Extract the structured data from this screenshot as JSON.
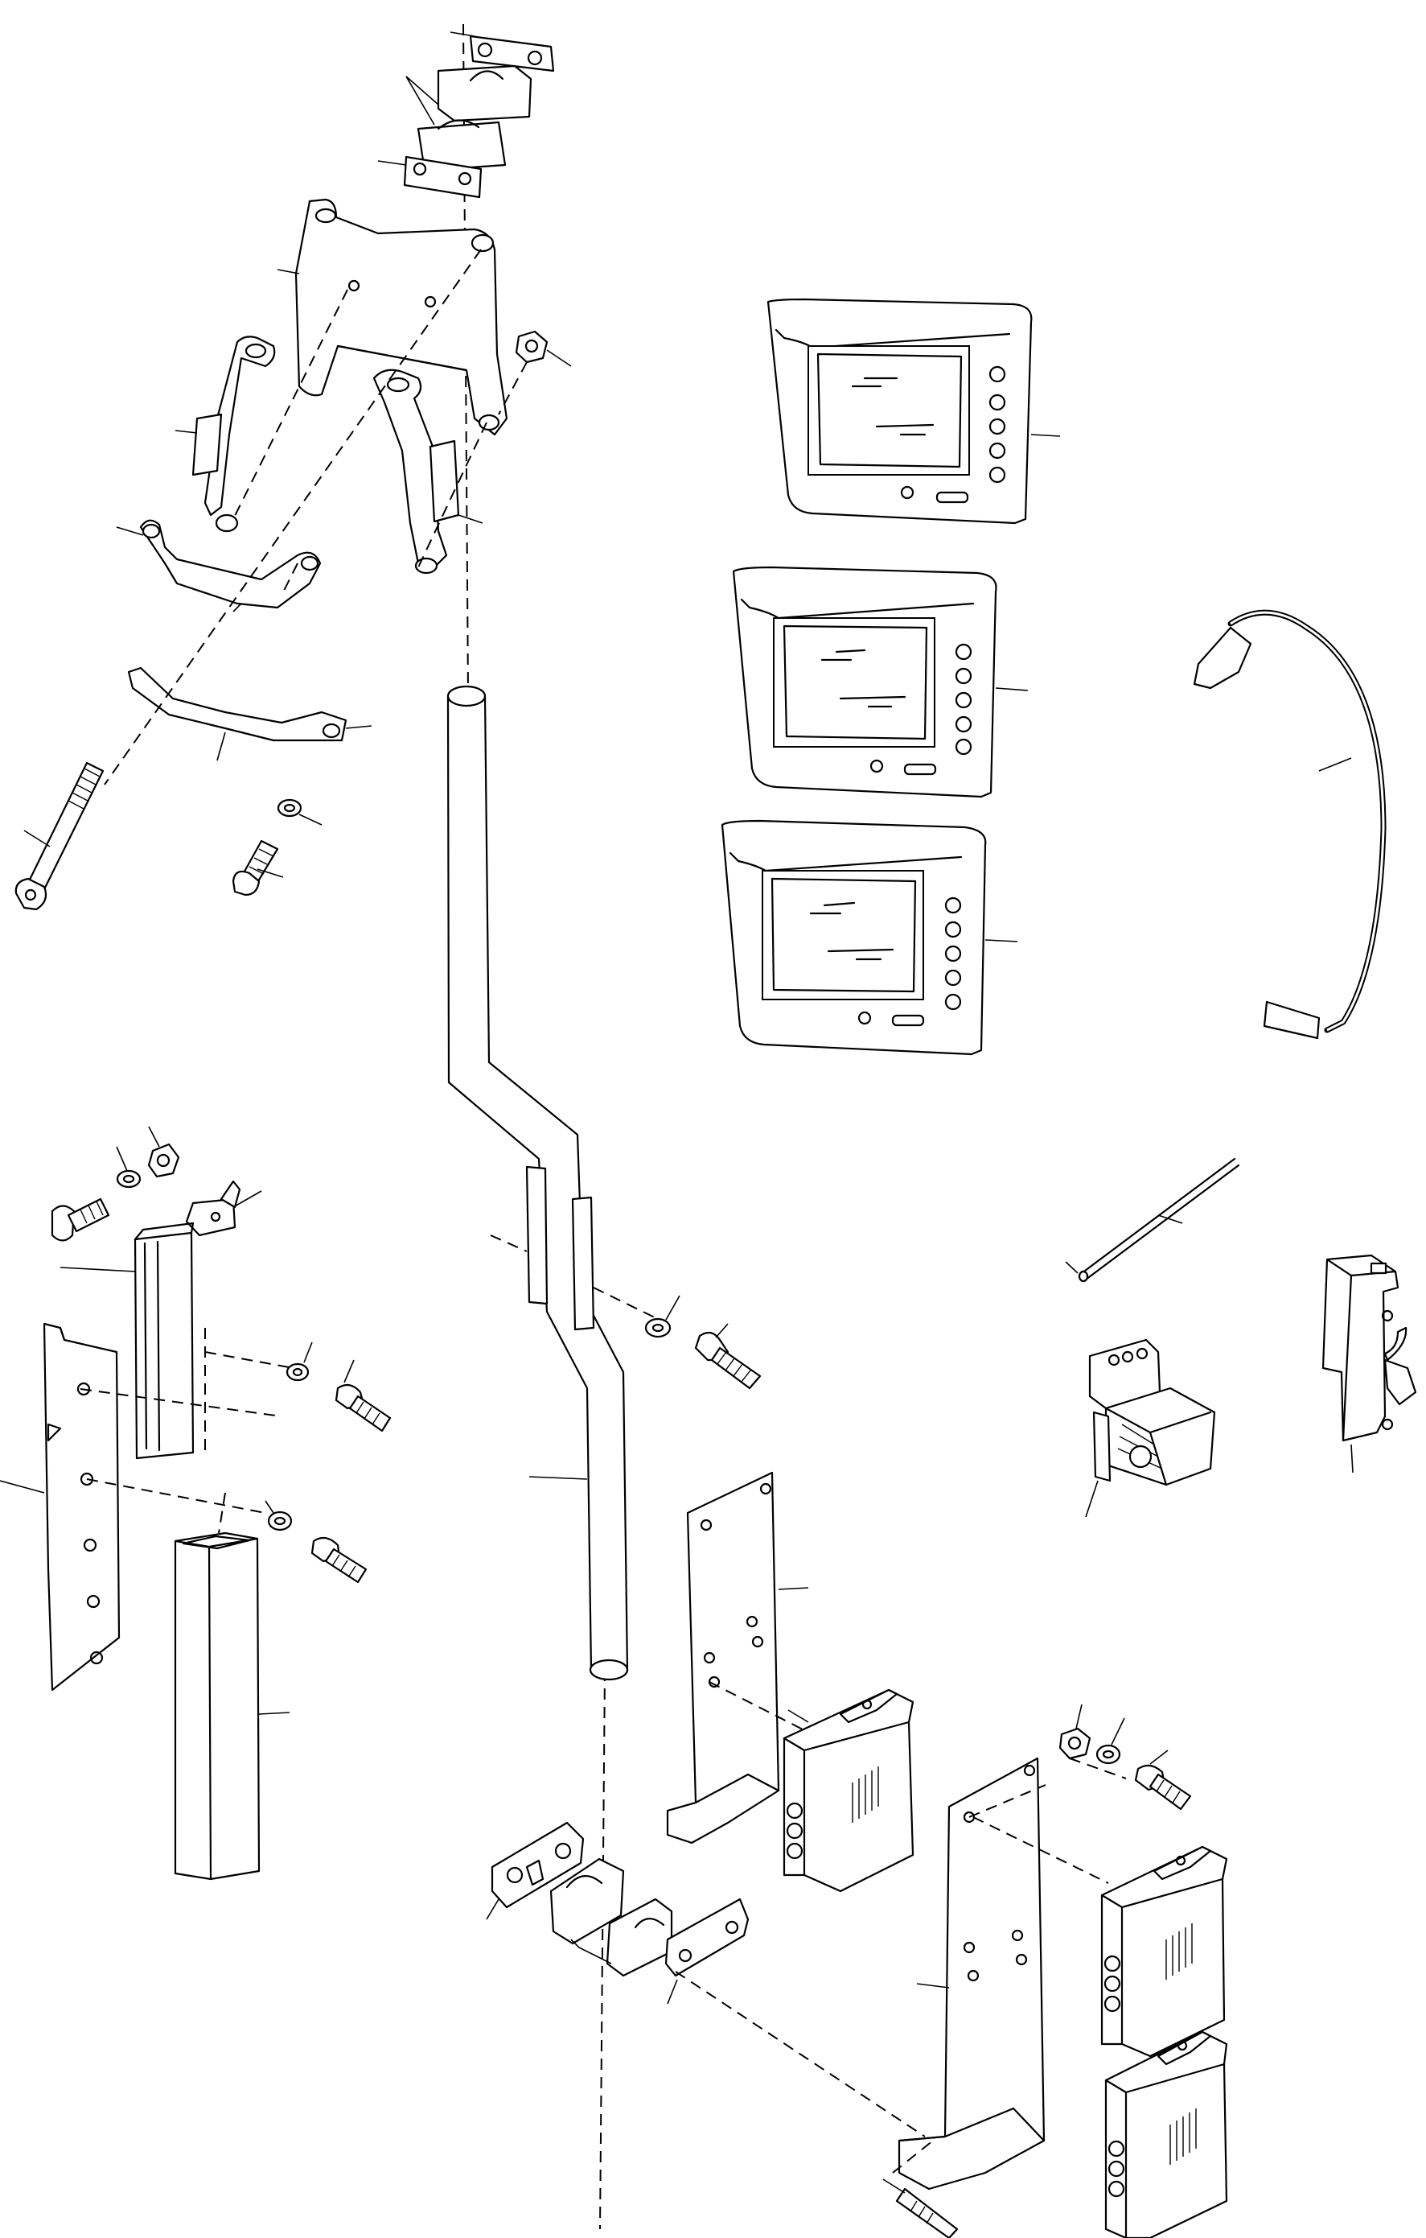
{
  "drawing": {
    "kind": "exploded parts view",
    "ink_color": "#000000",
    "paper_color": "#ffffff"
  },
  "parts": [
    {
      "id": "upper-clamp-plate",
      "icon": "clamp-plate"
    },
    {
      "id": "upper-clamp-halves",
      "icon": "pipe-clamp"
    },
    {
      "id": "monitor-bracket",
      "icon": "bracket-plate"
    },
    {
      "id": "hex-nut",
      "icon": "nut"
    },
    {
      "id": "long-bolt",
      "icon": "bolt"
    },
    {
      "id": "monitor-1",
      "icon": "monitor"
    },
    {
      "id": "monitor-2",
      "icon": "monitor"
    },
    {
      "id": "monitor-3",
      "icon": "monitor"
    },
    {
      "id": "cable",
      "icon": "cable"
    },
    {
      "id": "wire",
      "icon": "wire"
    },
    {
      "id": "relay",
      "icon": "relay"
    },
    {
      "id": "fuse-holder",
      "icon": "fuse-holder"
    },
    {
      "id": "mounting-pole",
      "icon": "tube"
    },
    {
      "id": "square-post",
      "icon": "square-tube"
    },
    {
      "id": "post-plate",
      "icon": "perforated-plate"
    },
    {
      "id": "control-box-1",
      "icon": "control-box"
    },
    {
      "id": "control-box-2",
      "icon": "control-box"
    },
    {
      "id": "control-box-3",
      "icon": "control-box"
    },
    {
      "id": "box-bracket-1",
      "icon": "bracket-plate"
    },
    {
      "id": "box-bracket-2",
      "icon": "bracket-plate"
    },
    {
      "id": "lower-clamp",
      "icon": "pipe-clamp"
    }
  ]
}
